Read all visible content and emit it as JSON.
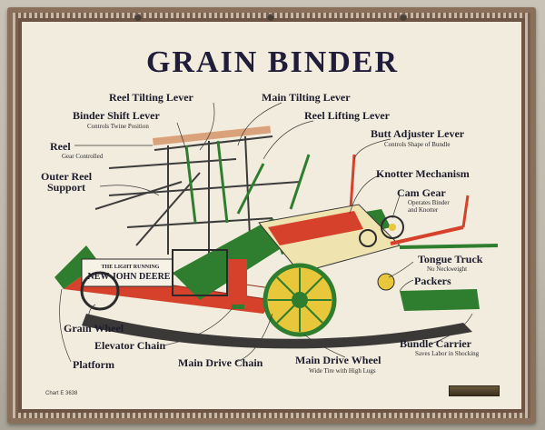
{
  "title": "GRAIN BINDER",
  "labels": {
    "reel_tilting_lever": "Reel Tilting Lever",
    "main_tilting_lever": "Main Tilting Lever",
    "binder_shift_lever": "Binder Shift Lever",
    "binder_shift_sub": "Controls Twine Position",
    "reel_lifting_lever": "Reel Lifting Lever",
    "butt_adjuster_lever": "Butt Adjuster Lever",
    "butt_adjuster_sub": "Controls Shape of Bundle",
    "reel": "Reel",
    "reel_sub": "Gear Controlled",
    "outer_reel_support_1": "Outer Reel",
    "outer_reel_support_2": "Support",
    "knotter_mechanism": "Knotter Mechanism",
    "cam_gear": "Cam Gear",
    "cam_gear_sub_1": "Operates Binder",
    "cam_gear_sub_2": "and Knotter",
    "tongue_truck": "Tongue Truck",
    "tongue_truck_sub": "No Neckweight",
    "packers": "Packers",
    "grain_wheel": "Grain Wheel",
    "elevator_chain": "Elevator Chain",
    "bundle_carrier": "Bundle Carrier",
    "bundle_carrier_sub": "Saves Labor in Shocking",
    "platform": "Platform",
    "main_drive_chain": "Main Drive Chain",
    "main_drive_wheel": "Main Drive Wheel",
    "main_drive_wheel_sub": "Wide Tire with High Lugs"
  },
  "machine_sign": {
    "line1": "THE LIGHT RUNNING",
    "line2": "NEW JOHN DEERE"
  },
  "chart_number": "Chart E 3638",
  "colors": {
    "green": "#2f7d2e",
    "red": "#d5412a",
    "yellow": "#e8c83a",
    "cream": "#f1ecdd",
    "ink": "#1f1d3a"
  }
}
